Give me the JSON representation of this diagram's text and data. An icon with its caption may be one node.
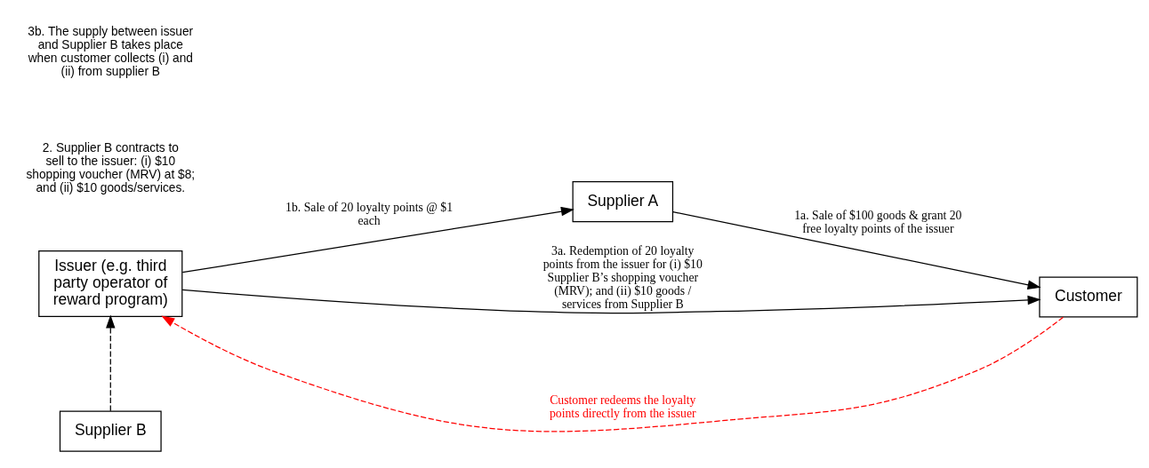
{
  "diagram": {
    "nodes": [
      {
        "text": [
          "Issuer (e.g. third party operator of reward program)"
        ]
      },
      {
        "text": [
          "Supplier A"
        ]
      },
      {
        "text": [
          "Customer"
        ]
      },
      {
        "text": [
          "Supplier B"
        ]
      }
    ],
    "edges": [
      {
        "from": 0,
        "to": 1,
        "arrow": "to",
        "label": "1b. Sale of 20 loyalty points @ $1 each"
      },
      {
        "from": 1,
        "to": 2,
        "arrow": "to",
        "label": "1a. Sale of $100 goods & grant 20 free loyalty points of the issuer"
      },
      {
        "from": 2,
        "to": 0,
        "arrow": "to",
        "label": "Customer redeems the loyalty points directly from the issuer",
        "style": "dashed",
        "color": "#ff0000"
      },
      {
        "from": 0,
        "to": 2,
        "arrow": "to",
        "label": "3a. Redemption of 20 loyalty points from the issuer for (i) $10 Supplier B’s shopping voucher (MRV); and (ii) $10 goods / services from Supplier B"
      },
      {
        "from": 3,
        "to": 0,
        "arrow": "to",
        "style": "dashed"
      }
    ],
    "labels": [
      "2. Supplier B contracts to sell to the issuer: (i) $10 shopping voucher (MRV) at $8; and (ii) $10 goods/services.",
      "3b. The supply between issuer and Supplier B takes place when customer collects (i) and (ii) from supplier B"
    ]
  }
}
